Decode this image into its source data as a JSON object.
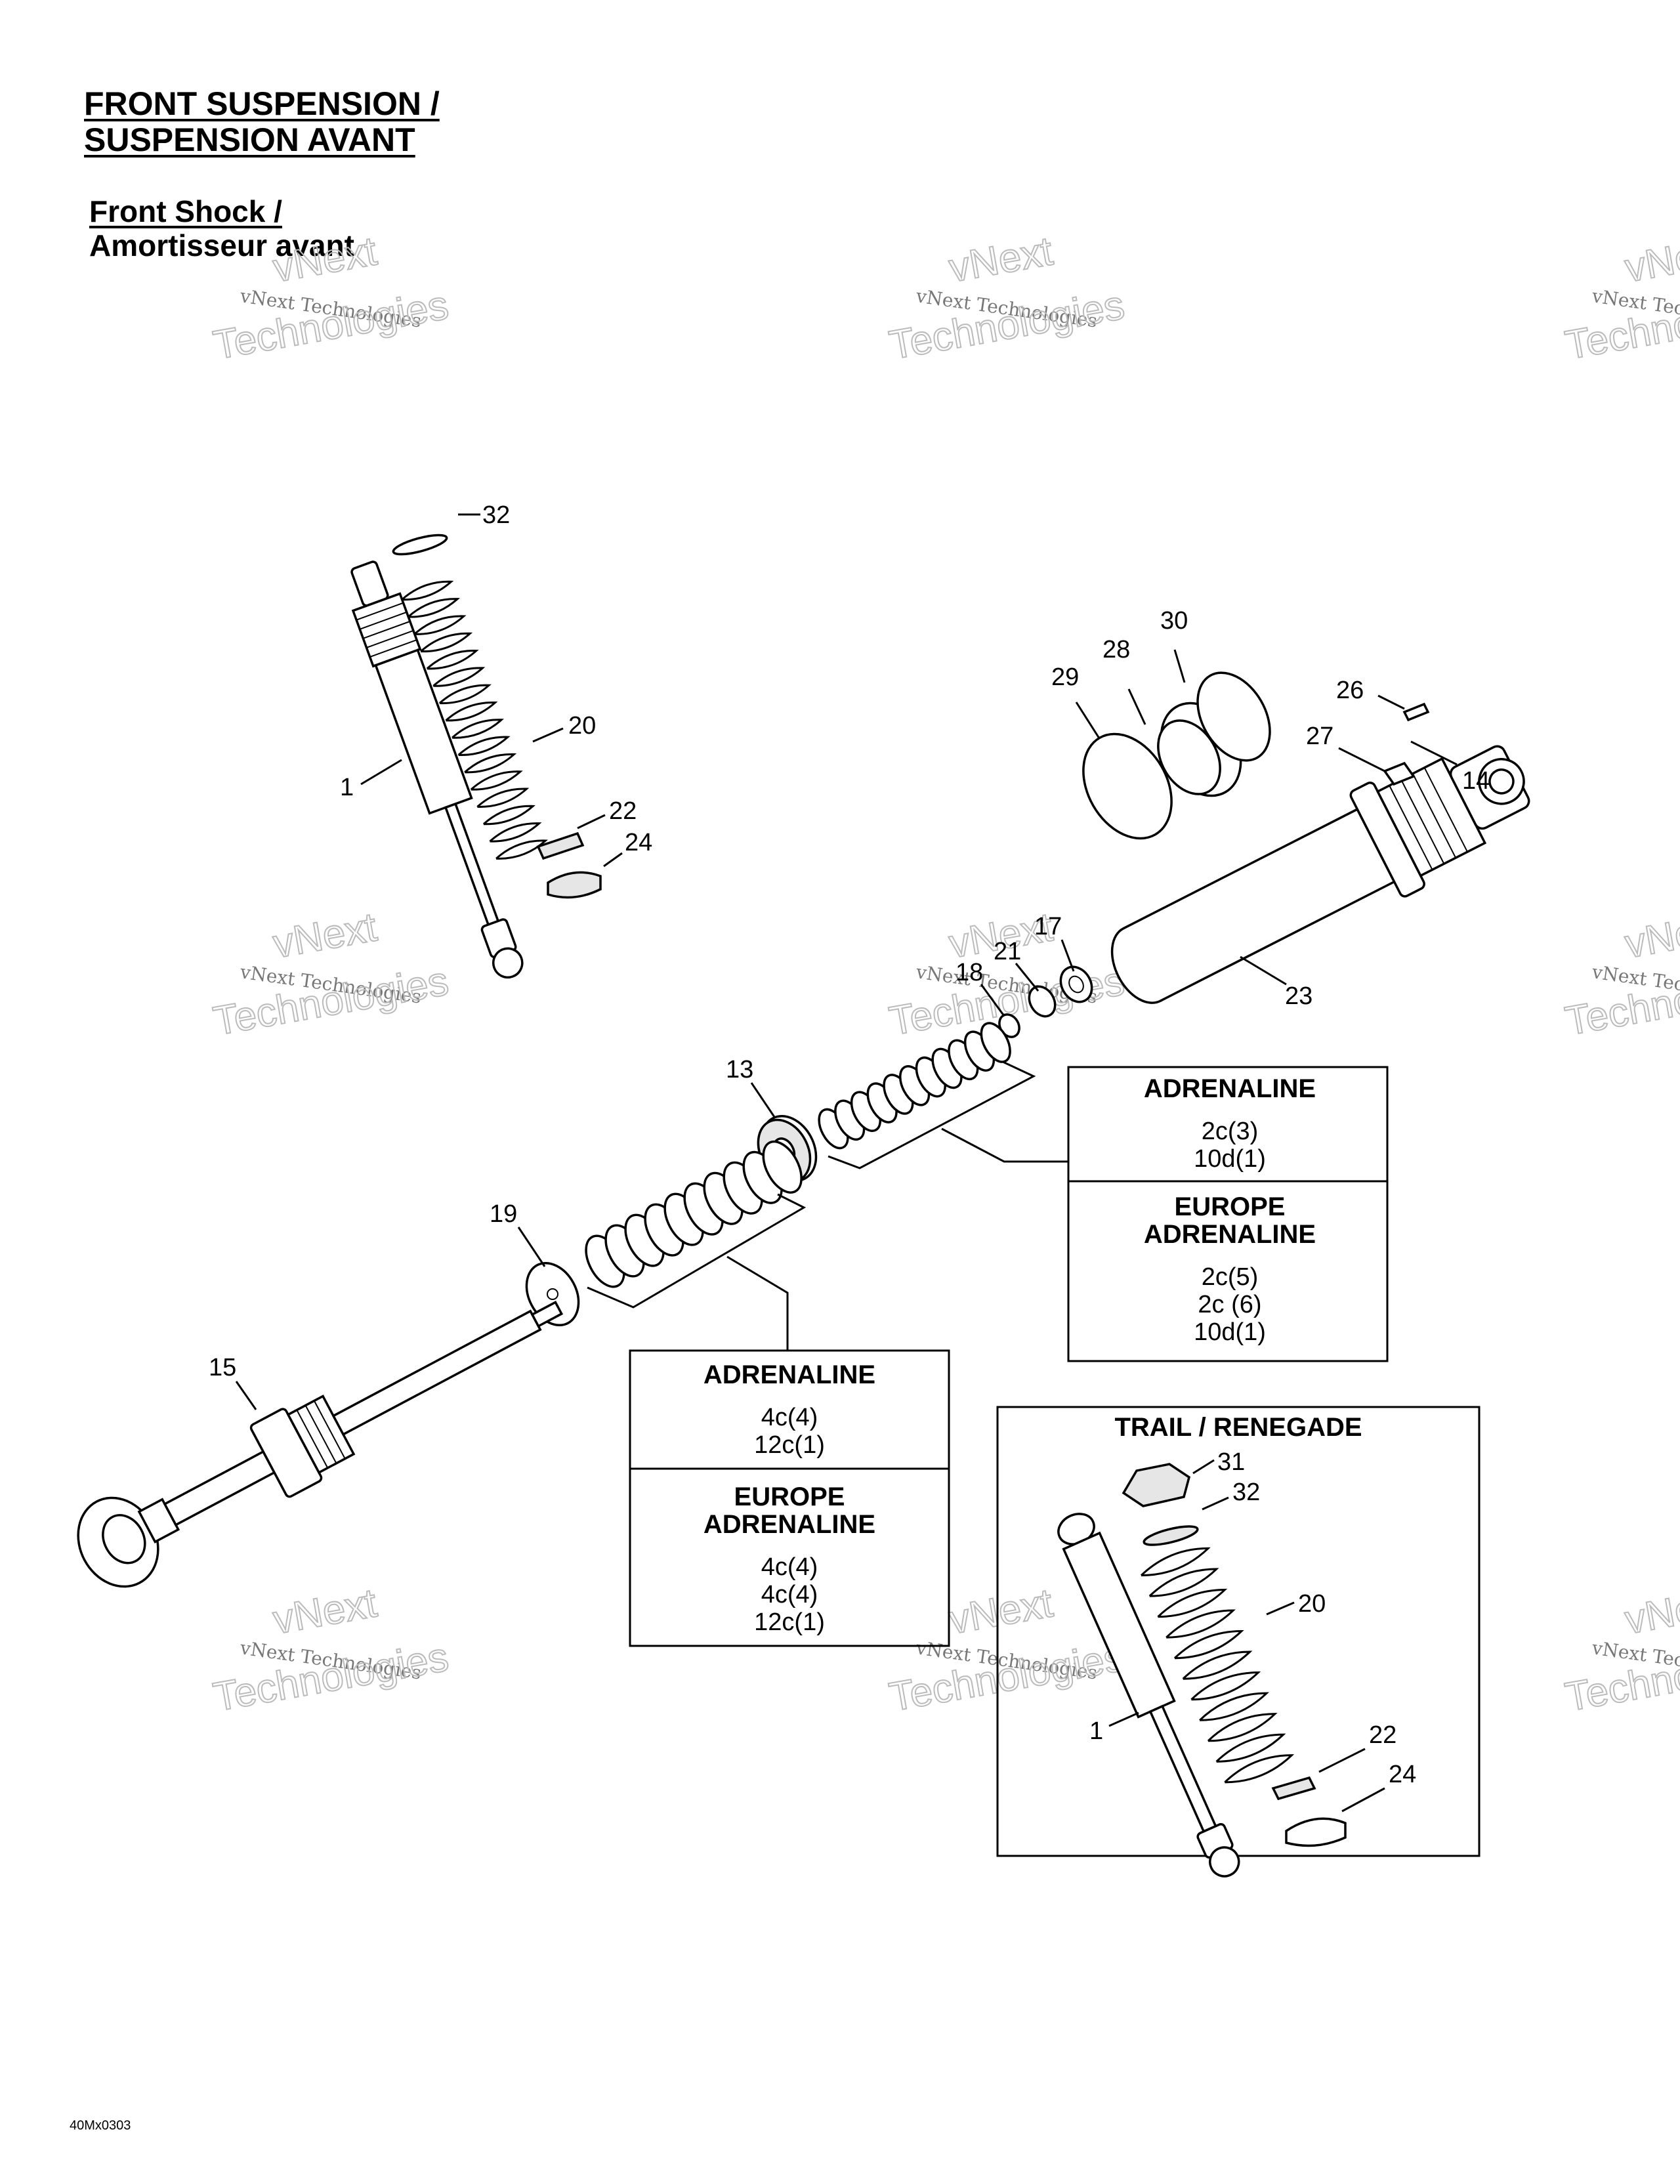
{
  "header": {
    "title_line1": "FRONT SUSPENSION /",
    "title_line2": "SUSPENSION AVANT",
    "subtitle_line1": "Front Shock /",
    "subtitle_line2": "Amortisseur avant"
  },
  "watermark": {
    "line1": "vNext Technologies",
    "line2": "vNext",
    "line3": "Technologies"
  },
  "callouts": {
    "c1_top": "1",
    "c32_top": "32",
    "c20_top": "20",
    "c22_top": "22",
    "c24_top": "24",
    "c30": "30",
    "c28": "28",
    "c29": "29",
    "c26": "26",
    "c27": "27",
    "c14": "14",
    "c23": "23",
    "c17": "17",
    "c21": "21",
    "c18": "18",
    "c13": "13",
    "c19": "19",
    "c15": "15",
    "c31": "31",
    "c32_tr": "32",
    "c20_tr": "20",
    "c1_tr": "1",
    "c22_tr": "22",
    "c24_tr": "24"
  },
  "box_right": {
    "section1_title": "ADRENALINE",
    "section1_codes": [
      "2c(3)",
      "10d(1)"
    ],
    "section2_title_line1": "EUROPE",
    "section2_title_line2": "ADRENALINE",
    "section2_codes": [
      "2c(5)",
      "2c (6)",
      "10d(1)"
    ]
  },
  "box_center": {
    "section1_title": "ADRENALINE",
    "section1_codes": [
      "4c(4)",
      "12c(1)"
    ],
    "section2_title_line1": "EUROPE",
    "section2_title_line2": "ADRENALINE",
    "section2_codes": [
      "4c(4)",
      "4c(4)",
      "12c(1)"
    ]
  },
  "box_trail": {
    "title": "TRAIL / RENEGADE"
  },
  "footer": {
    "code": "40Mx0303"
  }
}
